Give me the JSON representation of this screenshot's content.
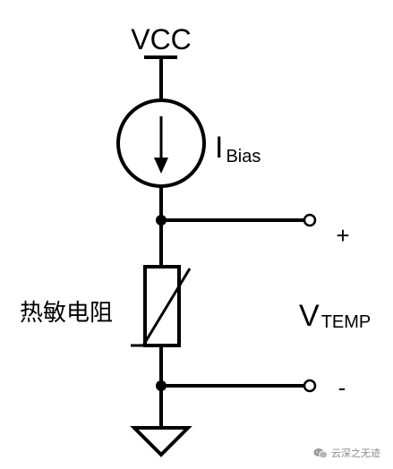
{
  "diagram": {
    "supply_label": "VCC",
    "current_source": {
      "symbol": "I",
      "subscript": "Bias"
    },
    "thermistor_label": "热敏电阻",
    "output": {
      "symbol": "V",
      "subscript": "TEMP",
      "positive_terminal": "+",
      "negative_terminal": "-"
    }
  },
  "watermark": {
    "icon": "wechat-icon",
    "text": "云深之无迹"
  }
}
